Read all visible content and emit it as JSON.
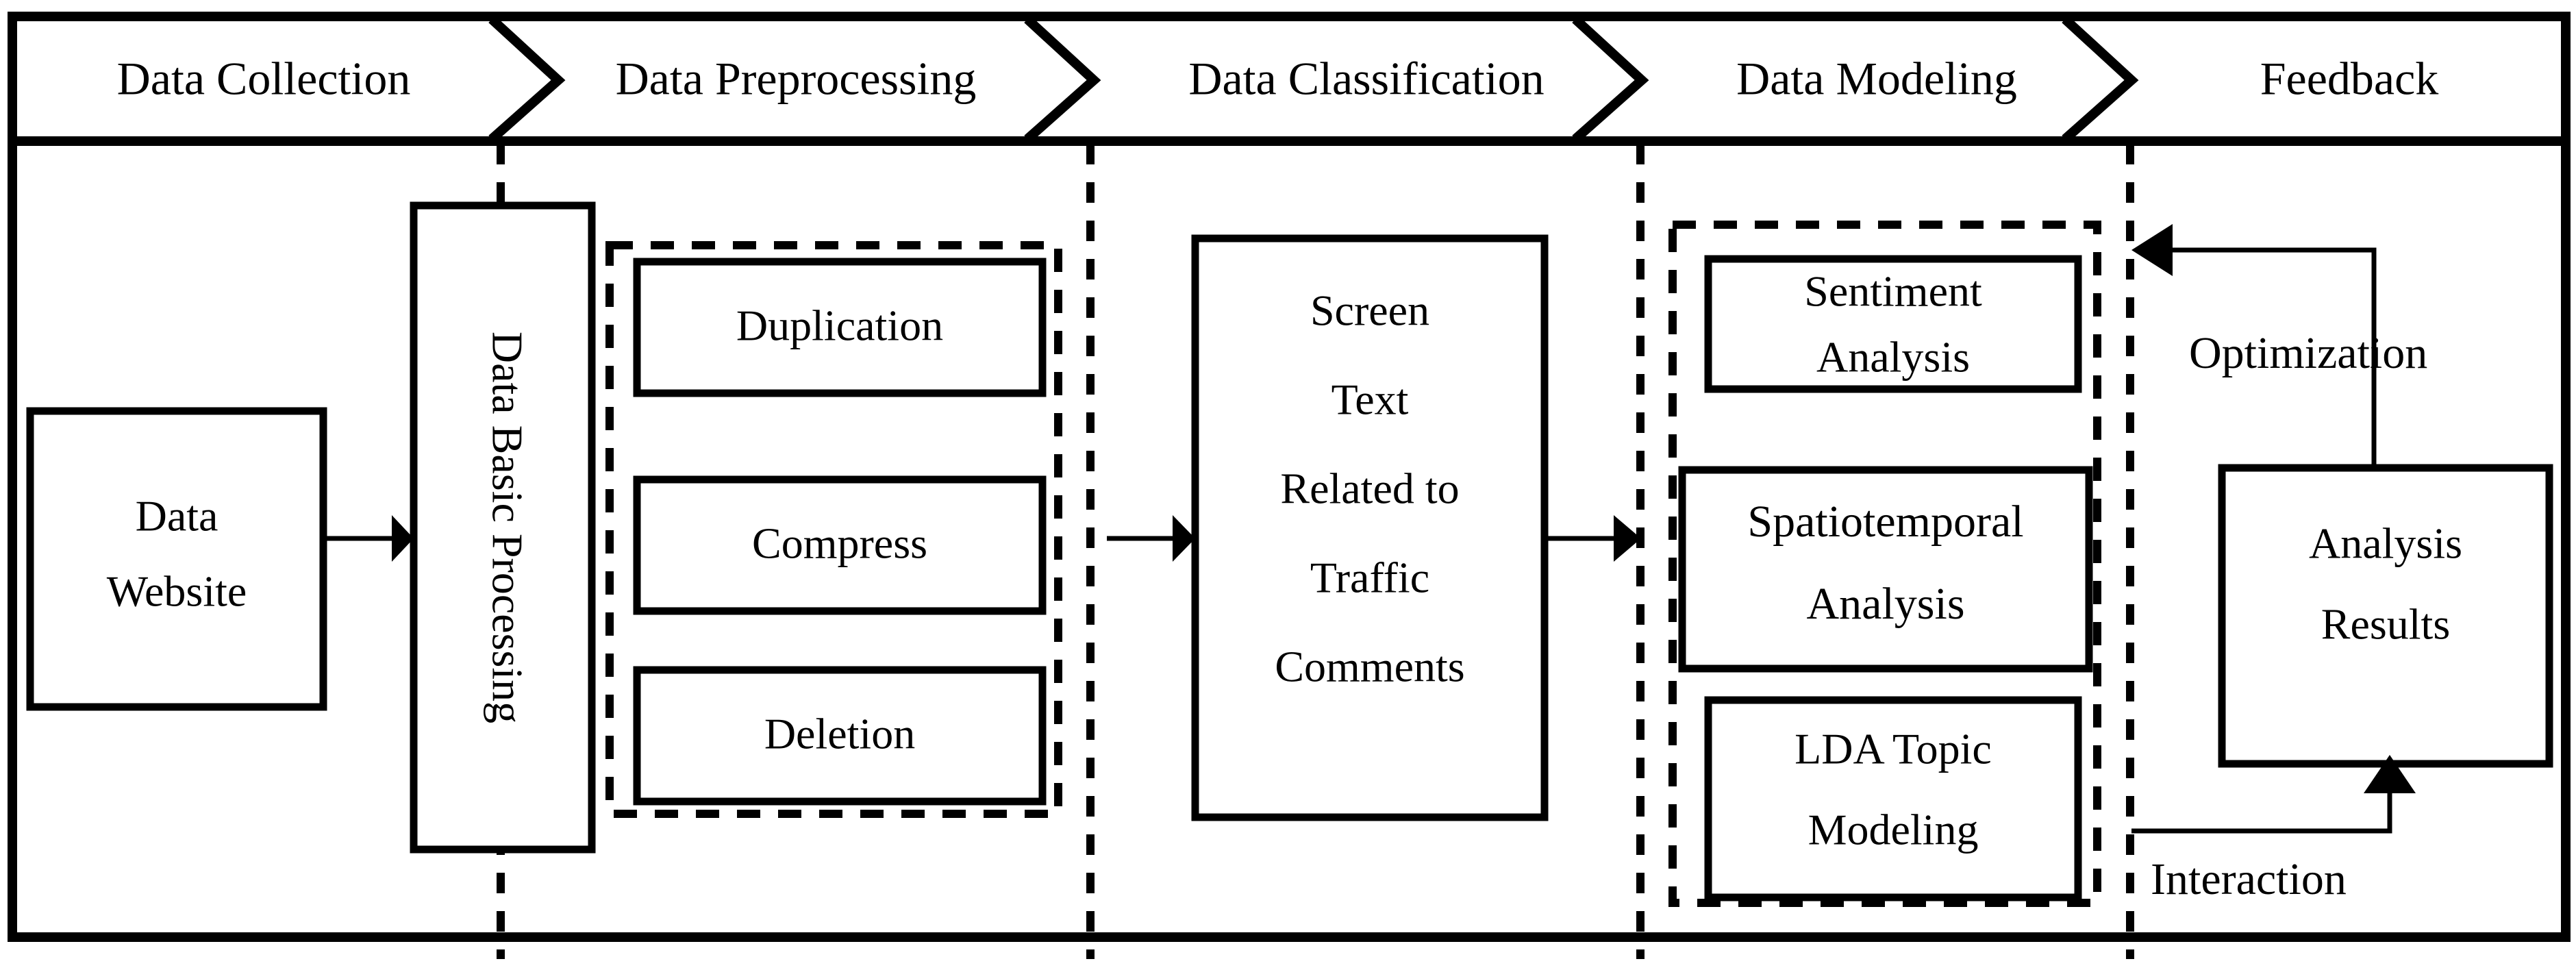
{
  "diagram": {
    "title_role": "research-methodology-flowchart",
    "stages": [
      {
        "id": "collection",
        "label": "Data Collection"
      },
      {
        "id": "preprocessing",
        "label": "Data Preprocessing"
      },
      {
        "id": "classification",
        "label": "Data Classification"
      },
      {
        "id": "modeling",
        "label": "Data Modeling"
      },
      {
        "id": "feedback",
        "label": "Feedback"
      }
    ],
    "nodes": {
      "data_website": {
        "label": "Data Website",
        "lines": [
          "Data",
          "Website"
        ]
      },
      "basic_process": {
        "label": "Data Basic Processing"
      },
      "duplication": {
        "label": "Duplication"
      },
      "compress": {
        "label": "Compress"
      },
      "deletion": {
        "label": "Deletion"
      },
      "screen_text": {
        "label": "Screen Text Related to Traffic Comments",
        "lines": [
          "Screen",
          "Text",
          "Related to",
          "Traffic",
          "Comments"
        ]
      },
      "sentiment": {
        "label": "Sentiment Analysis",
        "lines": [
          "Sentiment",
          "Analysis"
        ]
      },
      "spatiotemporal": {
        "label": "Spatiotemporal Analysis",
        "lines": [
          "Spatiotemporal",
          "Analysis"
        ]
      },
      "lda": {
        "label": "LDA Topic Modeling",
        "lines": [
          "LDA Topic",
          "Modeling"
        ]
      },
      "analysis_results": {
        "label": "Analysis Results",
        "lines": [
          "Analysis",
          "Results"
        ]
      }
    },
    "edge_labels": {
      "optimization": "Optimization",
      "interaction": "Interaction"
    },
    "colors": {
      "stroke": "#000000",
      "background": "#ffffff"
    }
  }
}
